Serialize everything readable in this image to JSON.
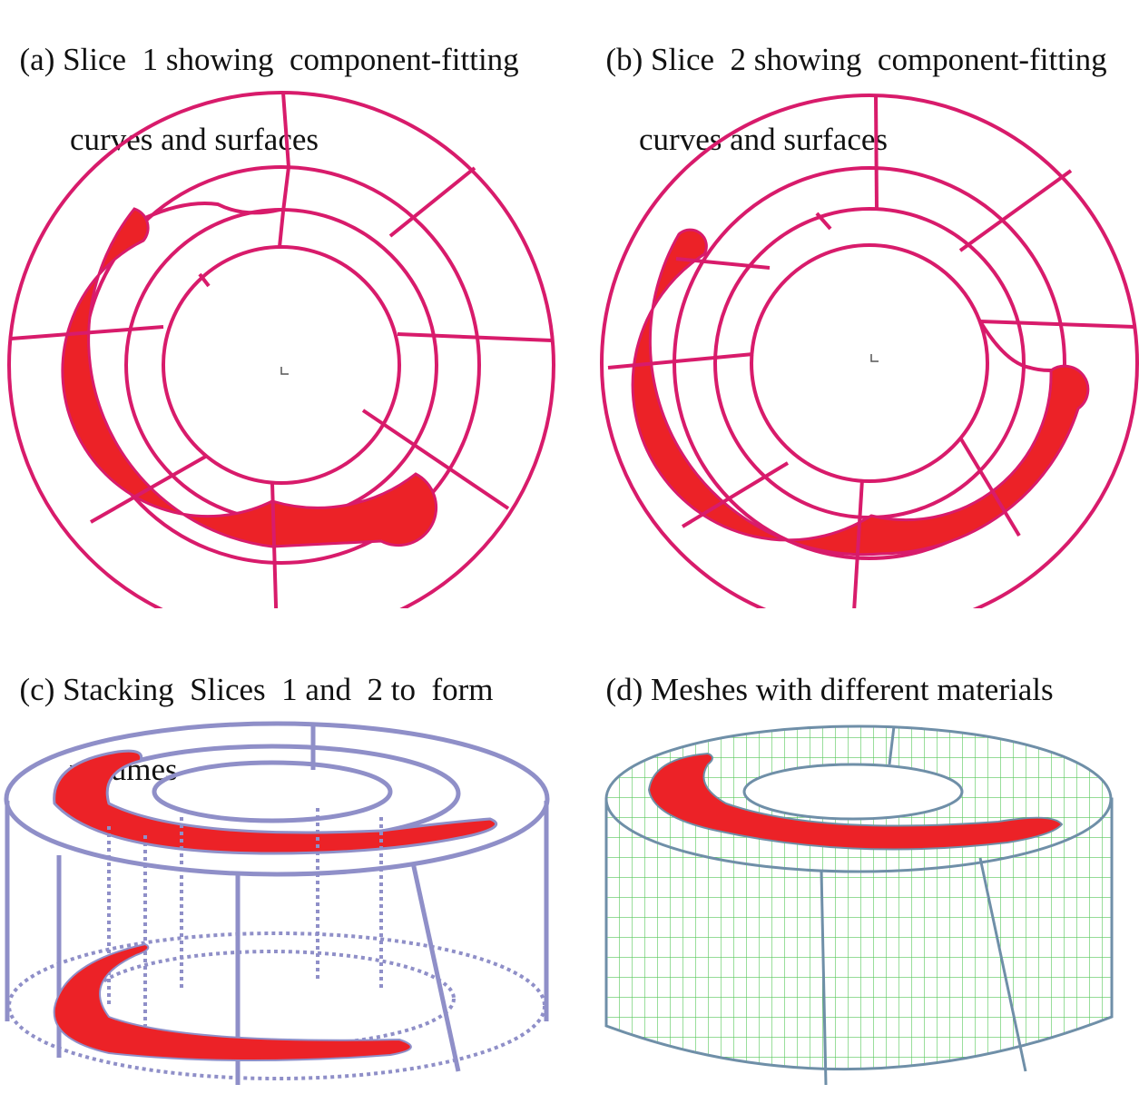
{
  "colors": {
    "outline": "#d81b6b",
    "region_fill": "#ec2227",
    "wire": "#8f8fc8",
    "mesh_line": "#58c85a",
    "mesh_edge": "#6f8fa8"
  },
  "panels": [
    {
      "id": "a",
      "caption_line1": "(a) Slice  1 showing  component-fitting",
      "caption_line2": "curves and surfaces"
    },
    {
      "id": "b",
      "caption_line1": "(b) Slice  2 showing  component-fitting",
      "caption_line2": "curves and surfaces"
    },
    {
      "id": "c",
      "caption_line1": "(c) Stacking  Slices  1 and  2 to  form",
      "caption_line2": "volumes"
    },
    {
      "id": "d",
      "caption_line1": "(d) Meshes with different materials",
      "caption_line2": ""
    }
  ]
}
